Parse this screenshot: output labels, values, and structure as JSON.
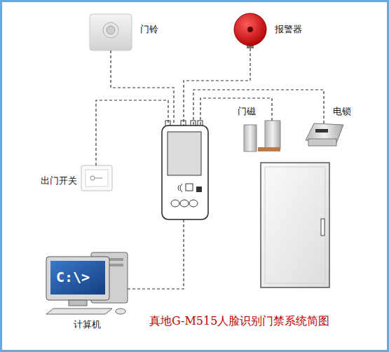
{
  "diagram": {
    "caption": "真地G-M515人脸识别门禁系统简图",
    "nodes": [
      {
        "text": [
          "门铃"
        ]
      },
      {
        "text": [
          "报警器"
        ]
      },
      {
        "text": [
          "门磁"
        ]
      },
      {
        "text": [
          "电锁"
        ]
      },
      {
        "text": [
          "出门开关"
        ]
      },
      {
        "text": []
      },
      {
        "text": [
          "C:\\>",
          "计算机"
        ]
      }
    ],
    "edges": [
      {
        "from": 0,
        "to": 5,
        "arrow": "none"
      },
      {
        "from": 1,
        "to": 5,
        "arrow": "none"
      },
      {
        "from": 2,
        "to": 5,
        "arrow": "none"
      },
      {
        "from": 3,
        "to": 5,
        "arrow": "none"
      },
      {
        "from": 4,
        "to": 5,
        "arrow": "none"
      },
      {
        "from": 5,
        "to": 6,
        "arrow": "none"
      }
    ]
  }
}
